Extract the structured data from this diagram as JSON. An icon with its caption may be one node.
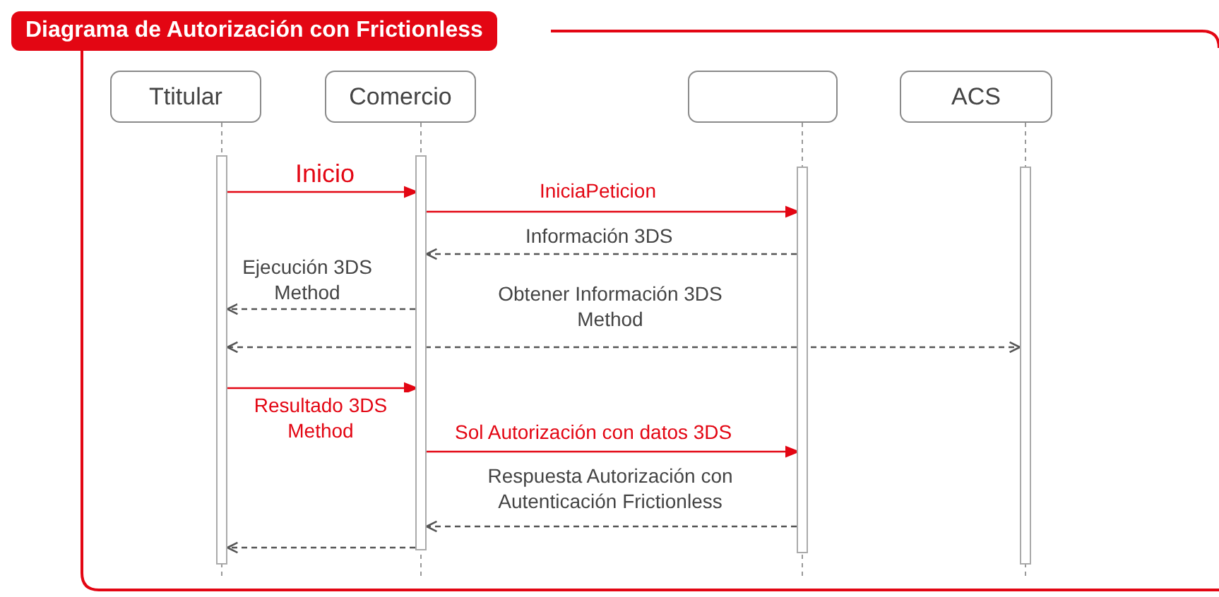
{
  "diagram": {
    "title": "Diagrama de Autorización con Frictionless",
    "nodes": [
      {
        "text": [
          "Ttitular"
        ]
      },
      {
        "text": [
          "Comercio"
        ]
      },
      {
        "text": [],
        "shape": "box"
      },
      {
        "text": [
          "ACS"
        ]
      },
      {
        "text": [],
        "shape": "bar"
      },
      {
        "text": [],
        "shape": "bar"
      },
      {
        "text": [],
        "shape": "bar"
      },
      {
        "text": [],
        "shape": "bar"
      }
    ],
    "edges": [
      {
        "from": 4,
        "to": 5,
        "arrow": "to",
        "label": "Inicio",
        "color": "#e30613"
      },
      {
        "from": 5,
        "to": 6,
        "arrow": "to",
        "label": "IniciaPeticion",
        "color": "#e30613"
      },
      {
        "from": 6,
        "to": 5,
        "arrow": "to",
        "label": "Información 3DS",
        "style": "dashed"
      },
      {
        "from": 5,
        "to": 4,
        "arrow": "to",
        "label": "Ejecución 3DS Method",
        "style": "dashed"
      },
      {
        "from": 4,
        "to": 7,
        "arrow": "both",
        "label": "Obtener Información 3DS Method",
        "style": "dashed"
      },
      {
        "from": 4,
        "to": 5,
        "arrow": "to",
        "label": "Resultado 3DS Method",
        "color": "#e30613"
      },
      {
        "from": 5,
        "to": 6,
        "arrow": "to",
        "label": "Sol Autorización con datos 3DS",
        "color": "#e30613"
      },
      {
        "from": 6,
        "to": 5,
        "arrow": "to",
        "label": "Respuesta Autorización con Autenticación Frictionless",
        "style": "dashed"
      },
      {
        "from": 5,
        "to": 4,
        "arrow": "to",
        "style": "dashed"
      }
    ]
  }
}
